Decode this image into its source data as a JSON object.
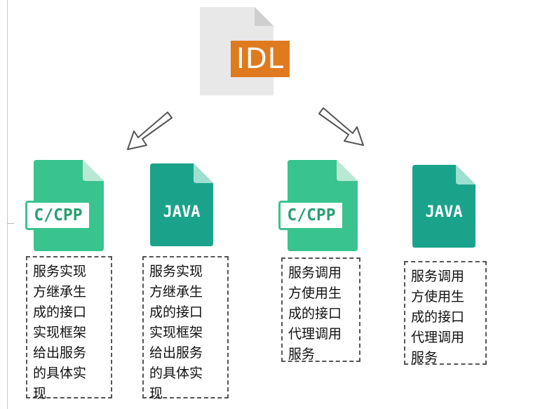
{
  "idl": {
    "label": "IDL",
    "accent": "#e07a1f",
    "doc_color": "#e6e6e6"
  },
  "files": [
    {
      "label": "C/CPP",
      "type": "cpp"
    },
    {
      "label": "JAVA",
      "type": "java"
    },
    {
      "label": "C/CPP",
      "type": "cpp"
    },
    {
      "label": "JAVA",
      "type": "java"
    }
  ],
  "descriptions": [
    "服务实现\n方继承生\n成的接口\n实现框架\n给出服务\n的具体实\n现",
    "服务实现\n方继承生\n成的接口\n实现框架\n给出服务\n的具体实\n现",
    "服务调用\n方使用生\n成的接口\n代理调用\n服务",
    "服务调用\n方使用生\n成的接口\n代理调用\n服务"
  ],
  "colors": {
    "cpp_green": "#39c38e",
    "java_teal": "#1aa38a",
    "fold": "#b9e9d4"
  }
}
